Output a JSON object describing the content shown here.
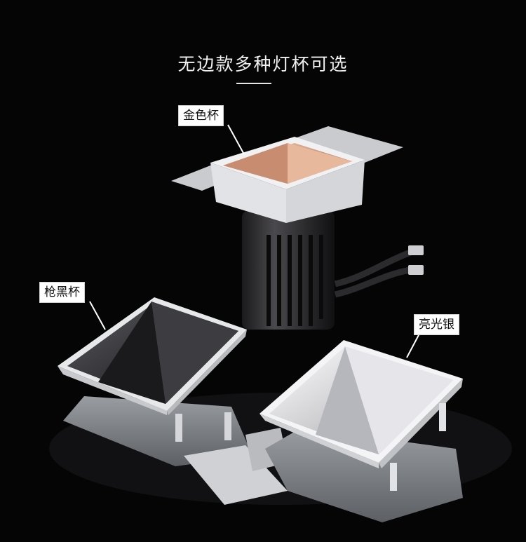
{
  "title": "无边款多种灯杯可选",
  "labels": {
    "gold": "金色杯",
    "black": "枪黑杯",
    "silver": "亮光银"
  },
  "colors": {
    "background": "#050505",
    "label_bg": "#ffffff",
    "gold_cup": "#d9a184",
    "black_cup": "#222226",
    "silver_cup": "#e8e8ea"
  }
}
